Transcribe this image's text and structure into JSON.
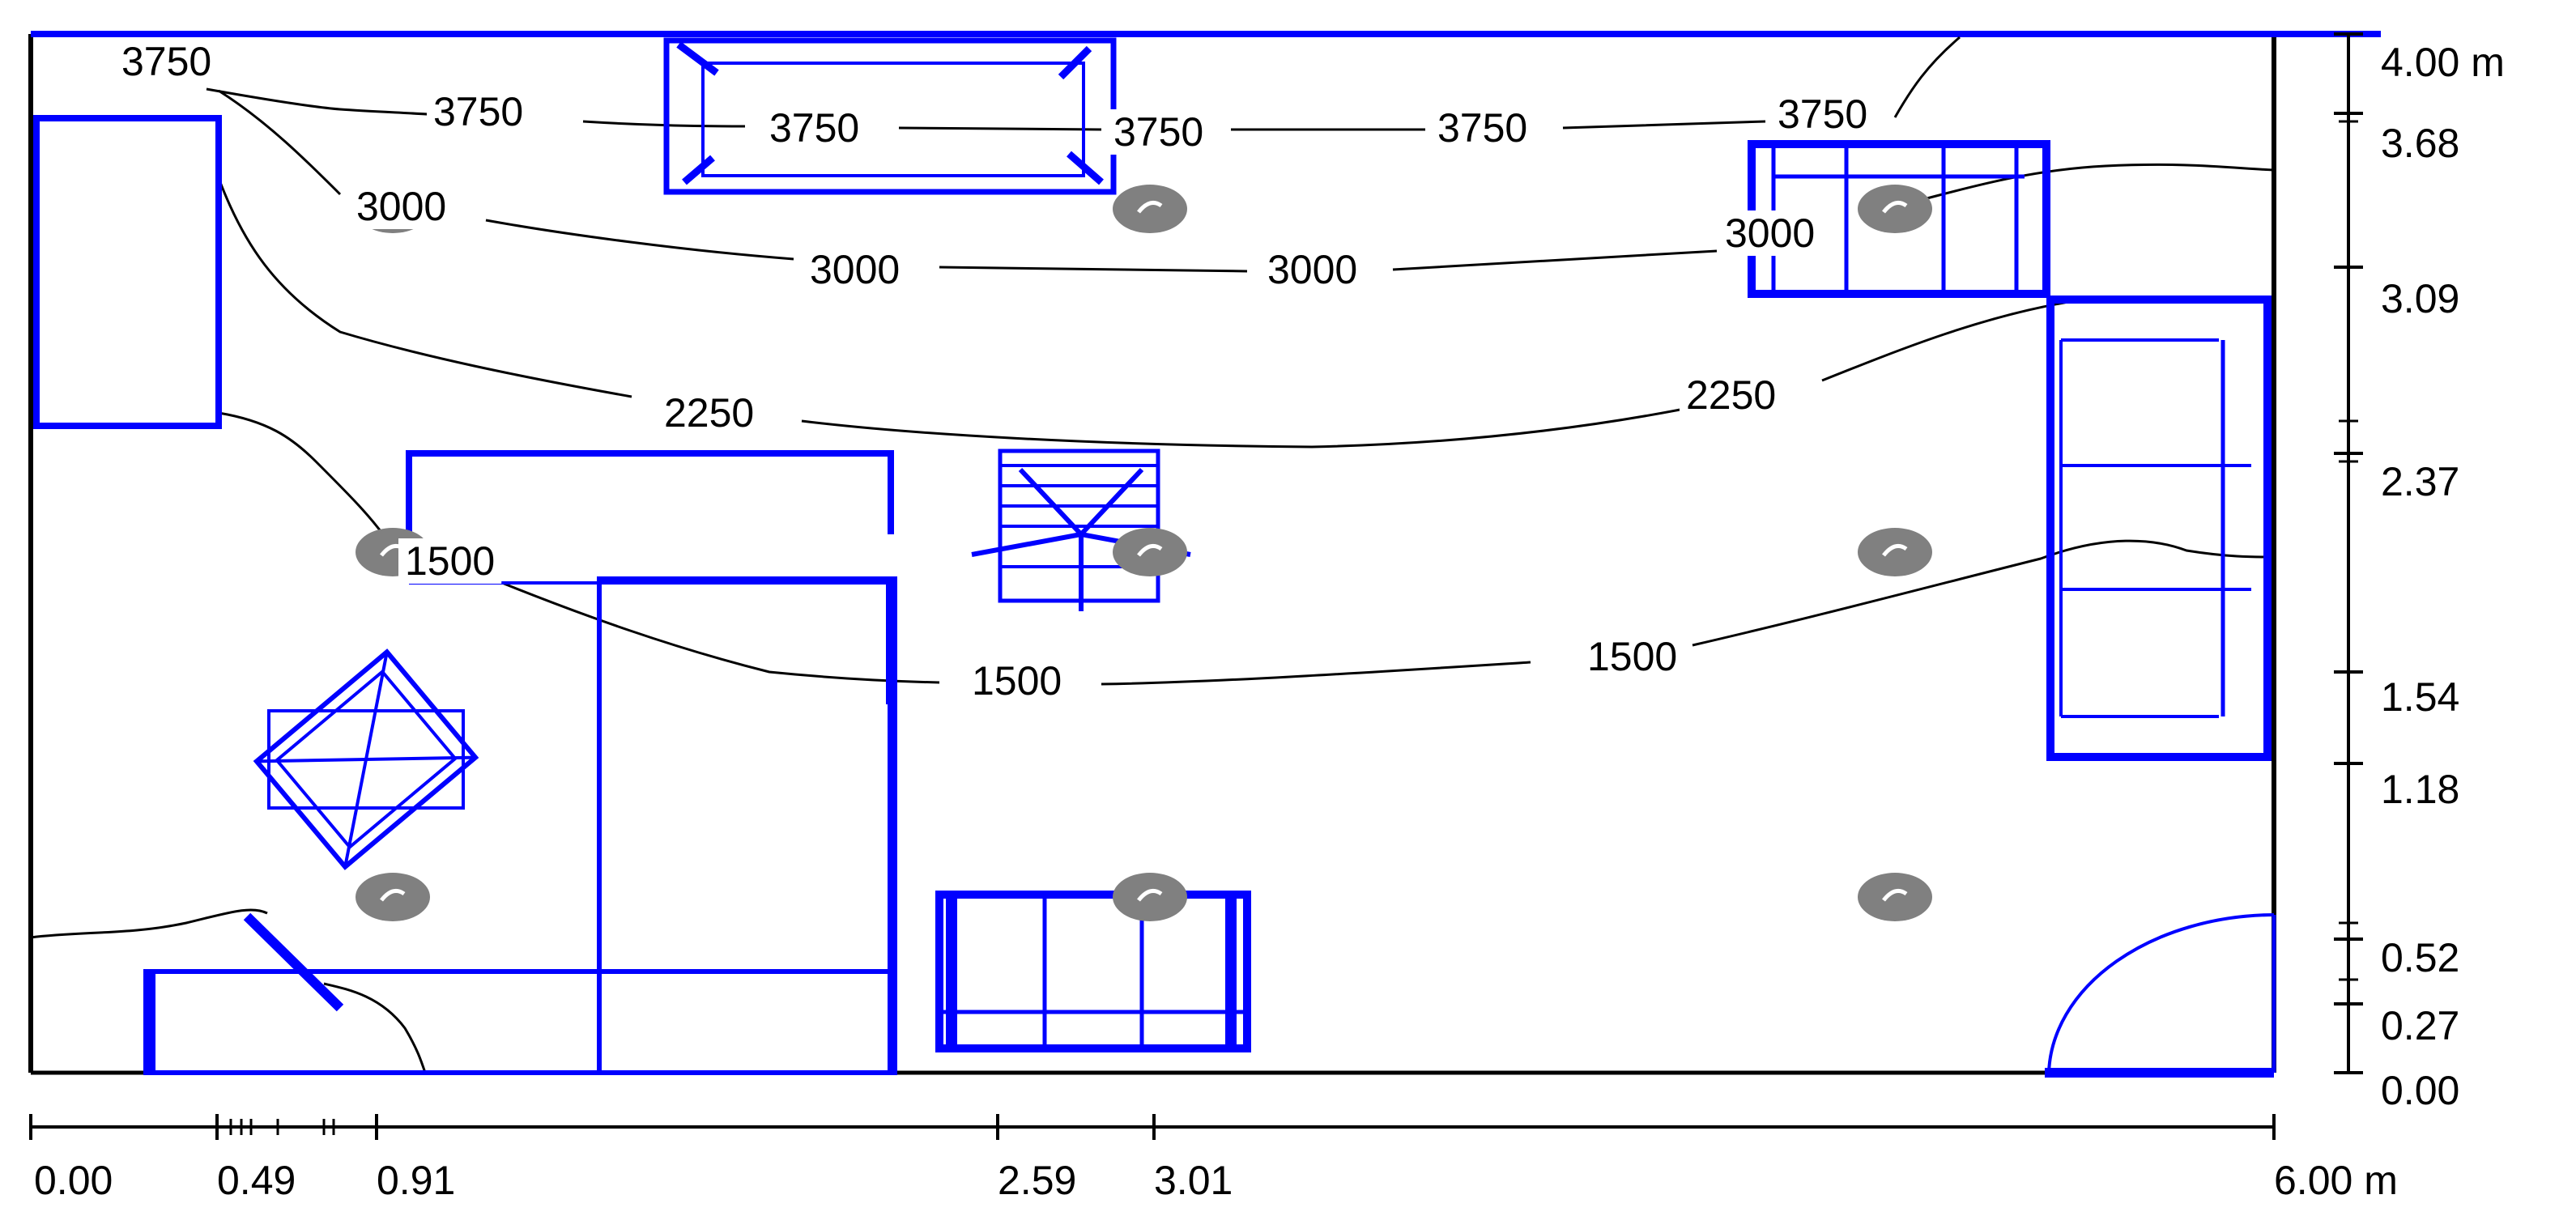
{
  "contours": {
    "levels": [
      "3750",
      "3000",
      "2250",
      "1500"
    ],
    "labels": [
      {
        "text": "3750",
        "level": 3750
      },
      {
        "text": "3750",
        "level": 3750
      },
      {
        "text": "3750",
        "level": 3750
      },
      {
        "text": "3750",
        "level": 3750
      },
      {
        "text": "3750",
        "level": 3750
      },
      {
        "text": "3750",
        "level": 3750
      },
      {
        "text": "3000",
        "level": 3000
      },
      {
        "text": "3000",
        "level": 3000
      },
      {
        "text": "3000",
        "level": 3000
      },
      {
        "text": "3000",
        "level": 3000
      },
      {
        "text": "2250",
        "level": 2250
      },
      {
        "text": "2250",
        "level": 2250
      },
      {
        "text": "1500",
        "level": 1500
      },
      {
        "text": "1500",
        "level": 1500
      },
      {
        "text": "1500",
        "level": 1500
      }
    ]
  },
  "x_axis": {
    "ticks": [
      "0.00",
      "0.49",
      "0.91",
      "2.59",
      "3.01",
      "6.00 m"
    ]
  },
  "y_axis": {
    "ticks": [
      "4.00 m",
      "3.68",
      "3.09",
      "2.37",
      "1.54",
      "1.18",
      "0.52",
      "0.27",
      "0.00"
    ]
  },
  "colors": {
    "furniture": "#0000ff",
    "contour": "#000000",
    "luminaire": "#808080"
  },
  "luminaires": {
    "count": 9,
    "icon": "luminaire-icon"
  }
}
